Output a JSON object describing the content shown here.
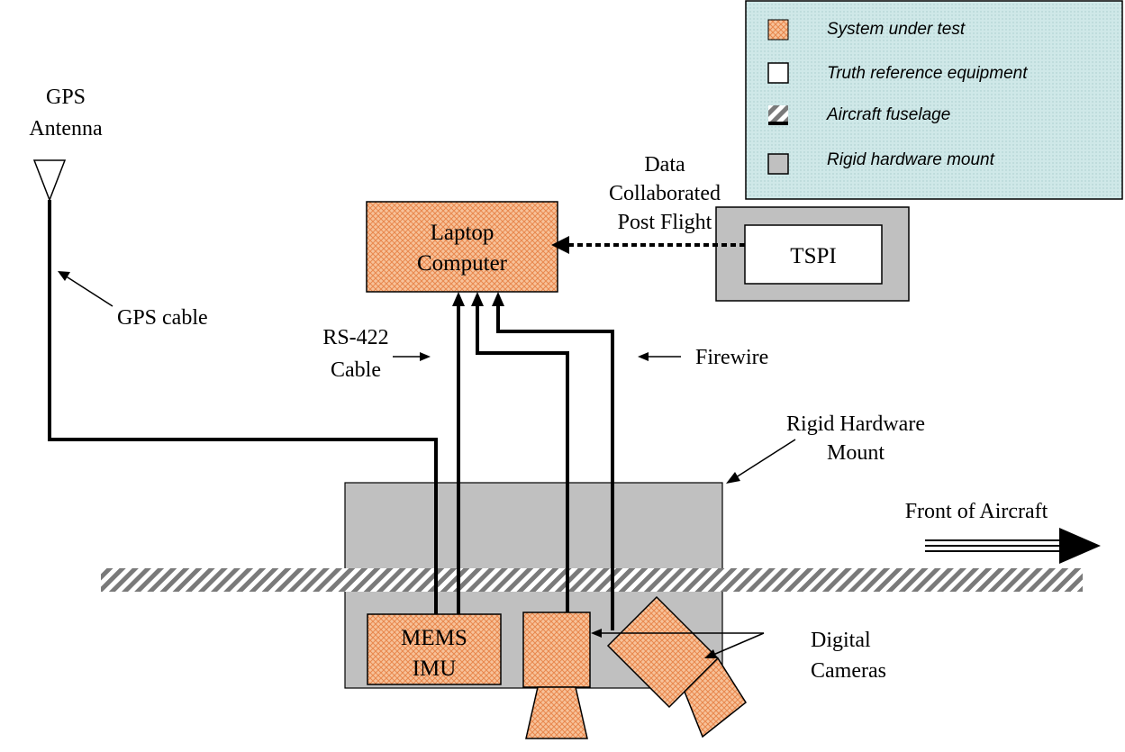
{
  "legend": {
    "items": [
      {
        "label": "System under test",
        "swatch": "orange-crosshatch"
      },
      {
        "label": "Truth reference equipment",
        "swatch": "white"
      },
      {
        "label": "Aircraft fuselage",
        "swatch": "diagonal-hatch"
      },
      {
        "label": "Rigid hardware mount",
        "swatch": "gray"
      }
    ]
  },
  "labels": {
    "gps_antenna": [
      "GPS",
      "Antenna"
    ],
    "gps_cable": "GPS cable",
    "rs422_cable": [
      "RS-422",
      "Cable"
    ],
    "firewire": "Firewire",
    "data_note": [
      "Data",
      "Collaborated",
      "Post Flight"
    ],
    "rigid_mount": [
      "Rigid Hardware",
      "Mount"
    ],
    "front_of_aircraft": "Front of Aircraft",
    "digital_cameras": [
      "Digital",
      "Cameras"
    ]
  },
  "boxes": {
    "laptop": [
      "Laptop",
      "Computer"
    ],
    "tspi": "TSPI",
    "imu": [
      "MEMS",
      "IMU"
    ]
  },
  "colors": {
    "system_fill": "#f7c29a",
    "system_hatch": "#e8874c",
    "mount_gray": "#c0c0c0",
    "legend_bg": "#cfe8e8",
    "fuselage_stripe": "#7a7a7a"
  }
}
